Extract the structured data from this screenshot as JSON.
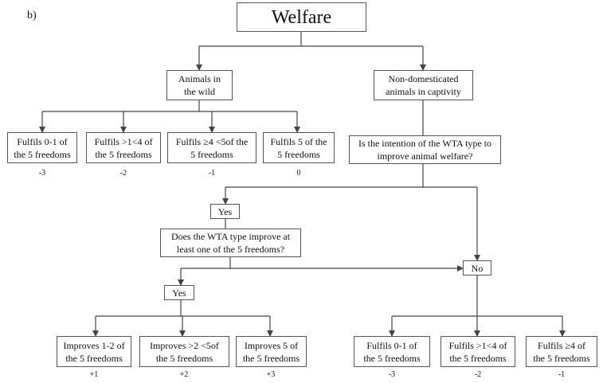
{
  "panel_label": "b)",
  "root": "Welfare",
  "branch_wild": "Animals in\nthe wild",
  "branch_captive": "Non-domesticated\nanimals in captivity",
  "wild_outcomes": [
    {
      "text": "Fulfils 0-1 of\nthe 5 freedoms",
      "score": "-3"
    },
    {
      "text": "Fulfils >1<4 of\nthe 5 freedoms",
      "score": "-2"
    },
    {
      "text": "Fulfils ≥4 <5of the\n5 freedoms",
      "score": "-1"
    },
    {
      "text": "Fulfils 5 of the\n5 freedoms",
      "score": "0"
    }
  ],
  "question_intention": "Is the intention of the WTA type to\nimprove animal welfare?",
  "answer_yes_1": "Yes",
  "question_improve": "Does the WTA type improve at\nleast one of the 5 freedoms?",
  "answer_yes_2": "Yes",
  "answer_no": "No",
  "improve_outcomes": [
    {
      "text": "Improves 1-2 of\nthe 5 freedoms",
      "score": "+1"
    },
    {
      "text": "Improves >2 <5of\nthe 5 freedoms",
      "score": "+2"
    },
    {
      "text": "Improves 5 of\nthe 5 freedoms",
      "score": "+3"
    }
  ],
  "no_outcomes": [
    {
      "text": "Fulfils 0-1 of\nthe 5 freedoms",
      "score": "-3"
    },
    {
      "text": "Fulfils >1<4 of\nthe 5 freedoms",
      "score": "-2"
    },
    {
      "text": "Fulfils ≥4 of\nthe 5 freedoms",
      "score": "-1"
    }
  ]
}
